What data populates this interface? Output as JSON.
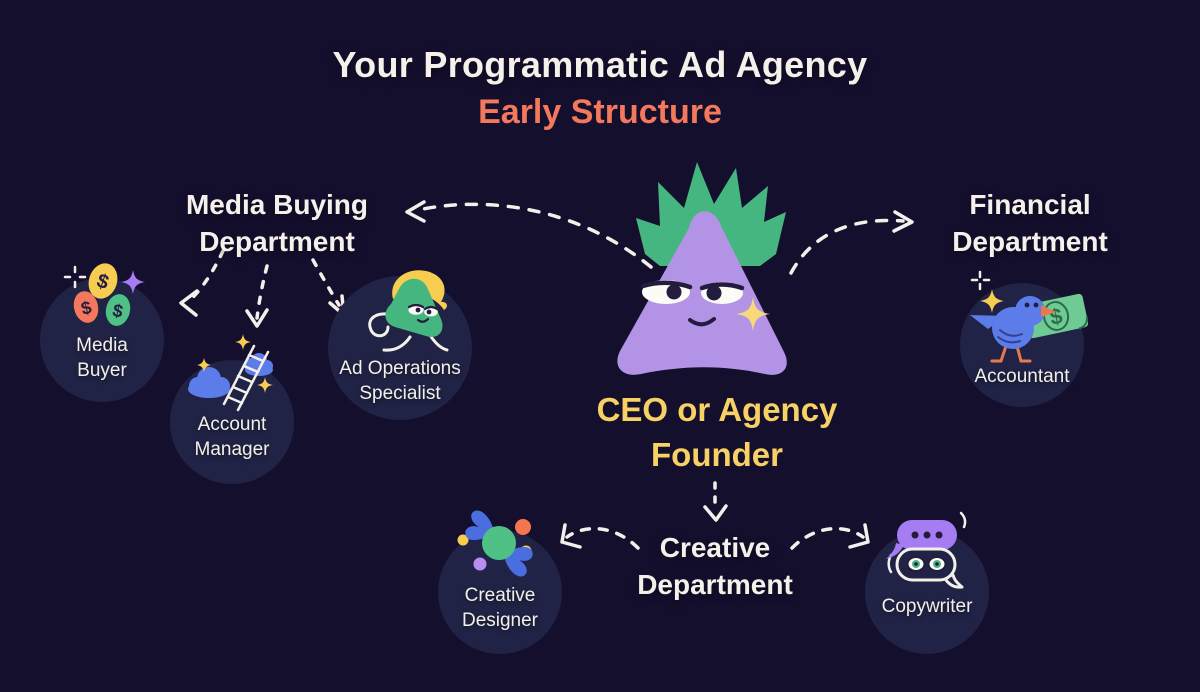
{
  "title": {
    "line1": "Your Programmatic Ad Agency",
    "line2": "Early Structure"
  },
  "ceo": {
    "label": "CEO or Agency Founder",
    "mascot": "purple-triangle-mascot-with-green-hair"
  },
  "departments": {
    "media_buying": {
      "label": "Media Buying Department",
      "roles": [
        "media_buyer",
        "account_manager",
        "ad_operations_specialist"
      ]
    },
    "financial": {
      "label": "Financial Department",
      "roles": [
        "accountant"
      ]
    },
    "creative": {
      "label": "Creative Department",
      "roles": [
        "creative_designer",
        "copywriter"
      ]
    }
  },
  "roles": {
    "media_buyer": {
      "label": "Media Buyer",
      "icon": "dollar-coins-icon"
    },
    "account_manager": {
      "label": "Account Manager",
      "icon": "ladder-clouds-icon"
    },
    "ad_operations_specialist": {
      "label": "Ad Operations Specialist",
      "icon": "running-mascot-icon"
    },
    "accountant": {
      "label": "Accountant",
      "icon": "bird-banknote-icon"
    },
    "creative_designer": {
      "label": "Creative Designer",
      "icon": "candy-icon"
    },
    "copywriter": {
      "label": "Copywriter",
      "icon": "speech-bubbles-icon"
    }
  },
  "connections": [
    "CEO or Agency Founder -> Media Buying Department",
    "CEO or Agency Founder -> Financial Department",
    "CEO or Agency Founder -> Creative Department",
    "Media Buying Department -> Media Buyer",
    "Media Buying Department -> Account Manager",
    "Media Buying Department -> Ad Operations Specialist",
    "Creative Department -> Creative Designer",
    "Creative Department -> Copywriter"
  ],
  "colors": {
    "background": "#150f2e",
    "node_circle": "#202345",
    "title_white": "#f5f1ea",
    "subtitle_coral": "#f4795c",
    "ceo_yellow": "#f8d164",
    "connector_white": "#f3f0ea",
    "mascot_purple": "#b393e5",
    "mascot_hair_green": "#46b681",
    "accent_yellow": "#f6cd51",
    "accent_coral": "#f4795c",
    "accent_green": "#4fc187",
    "accent_blue": "#5b7ce9",
    "accent_purple": "#a57cf2",
    "banknote_green": "#6fca94",
    "ink_dark": "#241c3e"
  }
}
